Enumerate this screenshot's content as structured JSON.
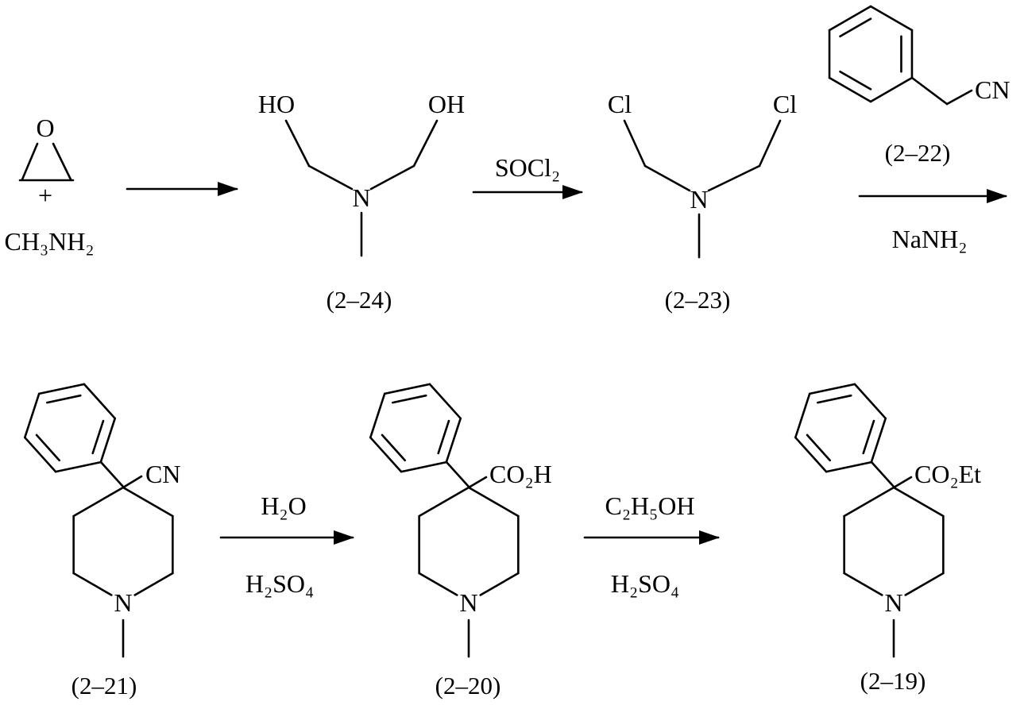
{
  "figure": {
    "background": "#ffffff",
    "ink": "#000000"
  },
  "step1": {
    "epoxide_o": "O",
    "plus": "+",
    "methylamine": "CH₃NH₂"
  },
  "compound_2_24": {
    "ho": "HO",
    "oh": "OH",
    "n": "N",
    "tag": "(2–24)"
  },
  "step2": {
    "reagent": "SOCl₂"
  },
  "compound_2_23": {
    "cl_left": "Cl",
    "cl_right": "Cl",
    "n": "N",
    "tag": "(2–23)"
  },
  "compound_2_22": {
    "cn": "CN",
    "tag": "(2–22)"
  },
  "step3": {
    "reagent_below": "NaNH₂"
  },
  "compound_2_21": {
    "cn": "CN",
    "n": "N",
    "tag": "(2–21)"
  },
  "step4": {
    "above": "H₂O",
    "below": "H₂SO₄"
  },
  "compound_2_20": {
    "group": "CO₂H",
    "n": "N",
    "tag": "(2–20)"
  },
  "step5": {
    "above": "C₂H₅OH",
    "below": "H₂SO₄"
  },
  "compound_2_19": {
    "group": "CO₂Et",
    "n": "N",
    "tag": "(2–19)"
  }
}
